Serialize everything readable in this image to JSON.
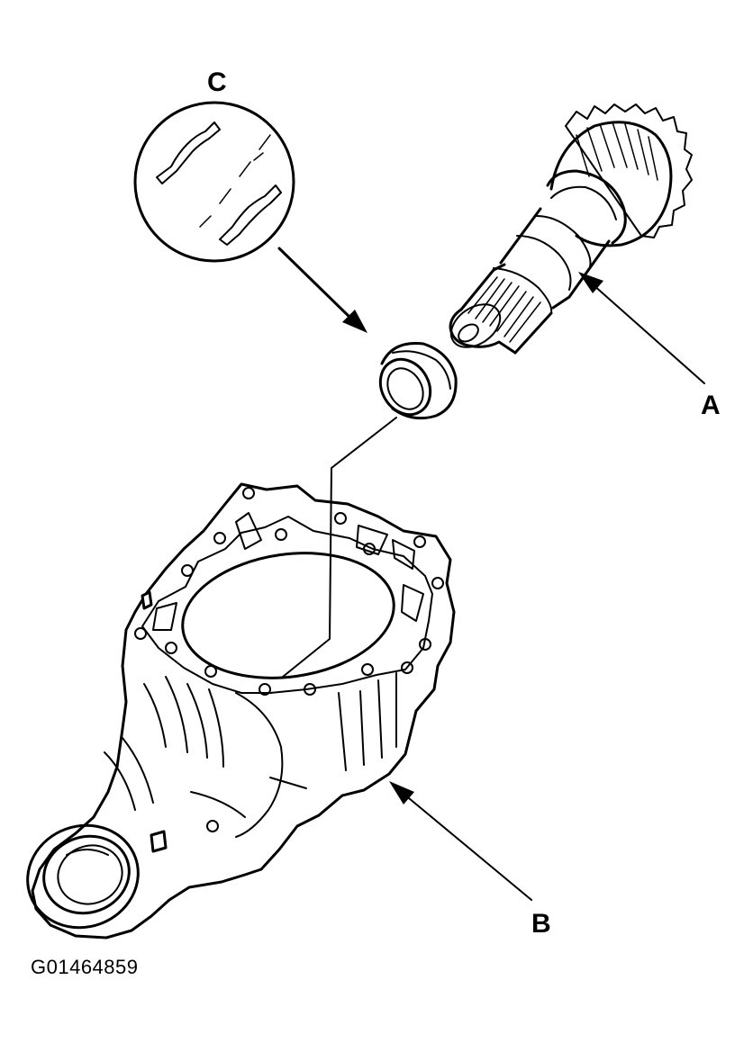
{
  "diagram": {
    "callouts": {
      "a": "A",
      "b": "B",
      "c": "C"
    },
    "figure_id": "G01464859",
    "colors": {
      "line": "#000000",
      "background": "#ffffff"
    }
  }
}
